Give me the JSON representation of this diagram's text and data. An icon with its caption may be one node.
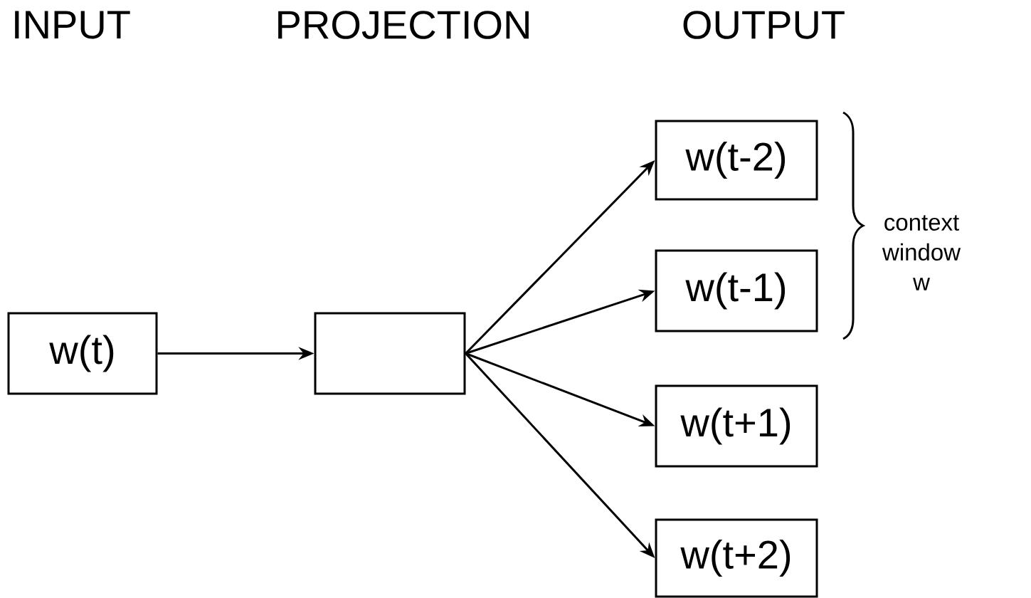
{
  "diagram": {
    "nodes": [
      {
        "text": [
          "w(t)"
        ]
      },
      {
        "text": [],
        "shape": "box"
      },
      {
        "text": [
          "w(t-2)"
        ]
      },
      {
        "text": [
          "w(t-1)"
        ]
      },
      {
        "text": [
          "w(t+1)"
        ]
      },
      {
        "text": [
          "w(t+2)"
        ]
      }
    ],
    "edges": [
      {
        "from": 0,
        "to": 1,
        "arrow": "to"
      },
      {
        "from": 1,
        "to": 2,
        "arrow": "to"
      },
      {
        "from": 1,
        "to": 3,
        "arrow": "to"
      },
      {
        "from": 1,
        "to": 4,
        "arrow": "to"
      },
      {
        "from": 1,
        "to": 5,
        "arrow": "to"
      }
    ],
    "labels": [
      "INPUT",
      "PROJECTION",
      "OUTPUT",
      "context window w"
    ]
  }
}
